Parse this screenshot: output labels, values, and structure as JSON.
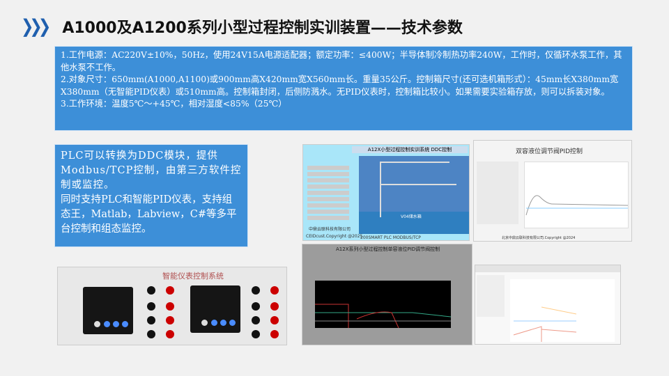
{
  "header": {
    "title": "A1000及A1200系列小型过程控制实训装置——技术参数",
    "icon": "triple-chevron-right-icon"
  },
  "spec_box": {
    "lines": [
      "1.工作电源：AC220V±10%，50Hz，使用24V15A电源适配器；额定功率：≤400W；半导体制冷制热功率240W，工作时，仅循环水泵工作，其他水泵不工作。",
      "2.对象尺寸：650mm(A1000,A1100)或900mm高X420mm宽X560mm长。重量35公斤。控制箱尺寸(还可选机箱形式）：45mm长X380mm宽X380mm（无智能PID仪表）或510mm高。控制箱封闭，后侧防溅水。无PID仪表时，控制箱比较小。如果需要实验箱存放，则可以拆装对象。",
      "3.工作环境：温度5℃～+45℃，相对湿度<85%（25℃）"
    ]
  },
  "note_box": {
    "lines": [
      "PLC可以转换为DDC模块，提供Modbus/TCP控制，由第三方软件控制或监控。",
      "同时支持PLC和智能PID仪表，支持组态王，Matlab，Labview，C#等多平台控制和组态监控。"
    ]
  },
  "photo": {
    "panel_title": "智能仪表控制系统"
  },
  "ddc_screen": {
    "title": "A12X小型过程控制实训系统 DDC控制",
    "tank": "V04储水箱",
    "company": "中鼎云联科技有限公司",
    "copyright": "CEIDcust.Copyright @2025",
    "footer": "200SMART PLC MODBUS/TCP"
  },
  "pid_screen": {
    "title": "双容液位调节阀PID控制",
    "copyright": "北京中鼎云联科技有限公司.Copyright @2024"
  },
  "labview_screen": {
    "title": "A12X系列小型过程控制单容液位PID调节阀控制"
  },
  "colors": {
    "accent": "#3d8fd8",
    "chevron": "#1f5fae"
  }
}
